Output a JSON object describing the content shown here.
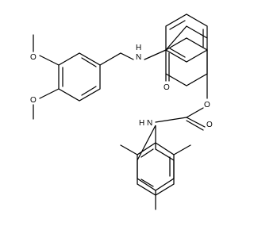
{
  "structure": {
    "atom_labels": {
      "amide_nh": "H",
      "amide_n": "N",
      "amide_o": "O",
      "ether_o": "O",
      "methoxy_o_upper": "O",
      "methoxy_o_lower": "O",
      "anilide_o": "O",
      "anilide_nh": "H",
      "anilide_n": "N"
    },
    "colors": {
      "bond": "#000000",
      "text": "#000000",
      "background": "#ffffff"
    }
  }
}
